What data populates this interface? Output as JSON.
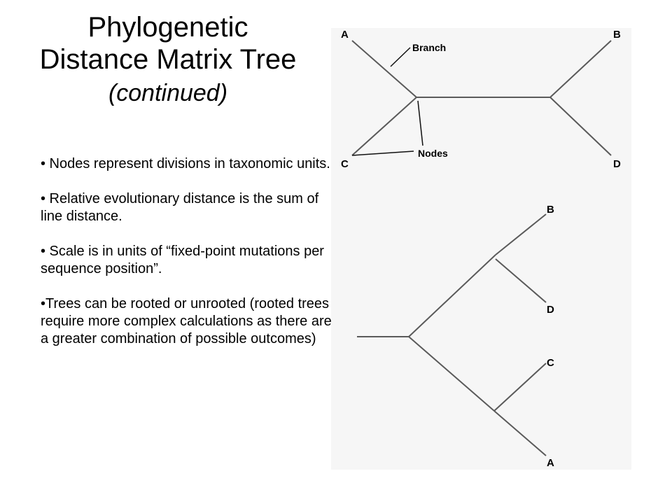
{
  "title": {
    "line1": "Phylogenetic",
    "line2": "Distance Matrix Tree",
    "line3": "(continued)"
  },
  "bullets": [
    "• Nodes represent divisions in taxonomic units.",
    "• Relative evolutionary distance is the sum of line distance.",
    "• Scale is in units of “fixed-point mutations per sequence position”.",
    "•Trees can be rooted or unrooted (rooted trees require more complex calculations as there are a greater combination of possible outcomes)"
  ],
  "unrooted_tree": {
    "taxa": [
      "A",
      "B",
      "C",
      "D"
    ],
    "annotations": {
      "branch": "Branch",
      "nodes": "Nodes"
    }
  },
  "rooted_tree": {
    "taxa": [
      "B",
      "D",
      "C",
      "A"
    ]
  },
  "colors": {
    "panel_background": "#f6f6f6",
    "edge": "#5a5a5a"
  }
}
